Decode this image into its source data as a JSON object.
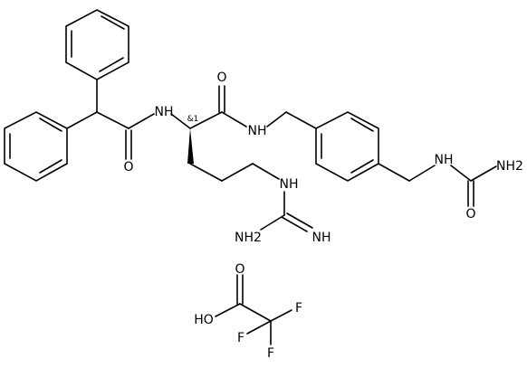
{
  "atoms": {
    "nh_amide1": "NH",
    "o_amide1": "O",
    "o_amide2": "O",
    "nh_amide2": "NH",
    "nh_guan": "NH",
    "nh2_guan": "NH2",
    "nh_imine": "NH",
    "nh_urea": "NH",
    "nh2_urea": "NH2",
    "o_urea": "O",
    "o_tfa": "O",
    "ho_tfa": "HO",
    "f1": "F",
    "f2": "F",
    "f3": "F"
  },
  "stereo_label": "&1"
}
